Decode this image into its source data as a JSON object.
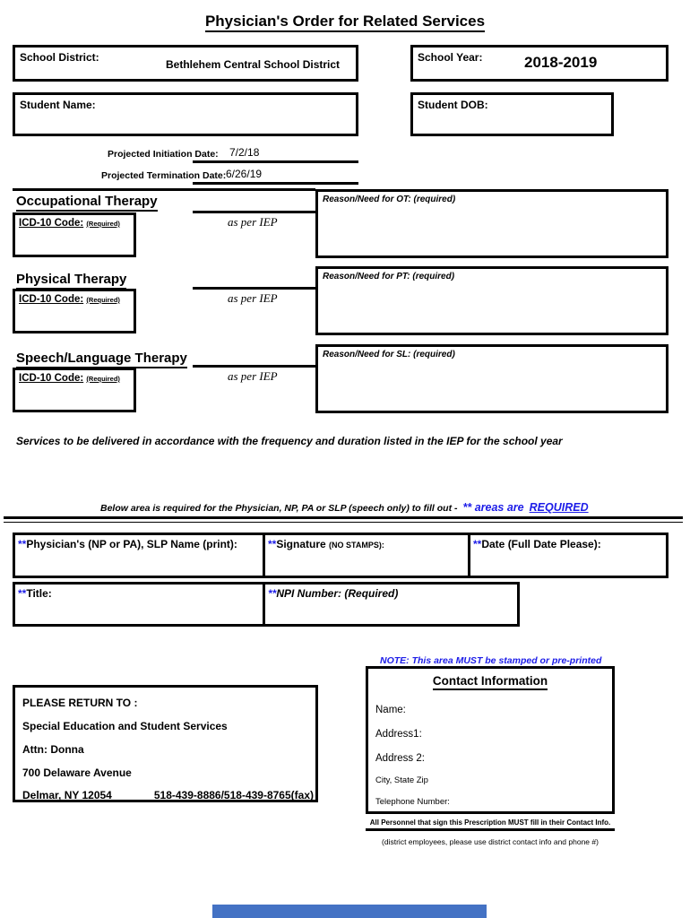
{
  "title": "Physician's Order for Related Services",
  "header": {
    "school_district_label": "School District:",
    "school_district_value": "Bethlehem Central School District",
    "school_year_label": "School Year:",
    "school_year_value": "2018-2019",
    "student_name_label": "Student Name:",
    "student_dob_label": "Student DOB:",
    "initiation_label": "Projected Initiation Date:",
    "initiation_value": "7/2/18",
    "termination_label": "Projected Termination Date:",
    "termination_value": "6/26/19"
  },
  "sections": [
    {
      "heading": "Occupational Therapy",
      "icd_label": "ICD-10 Code:",
      "icd_required": "(Required)",
      "iep_text": "as per IEP",
      "reason_label": "Reason/Need for OT: (required)"
    },
    {
      "heading": "Physical Therapy",
      "icd_label": "ICD-10 Code:",
      "icd_required": "(Required)",
      "iep_text": "as per IEP",
      "reason_label": "Reason/Need for PT: (required)"
    },
    {
      "heading": "Speech/Language Therapy",
      "icd_label": "ICD-10 Code:",
      "icd_required": "(Required)",
      "iep_text": "as per IEP",
      "reason_label": "Reason/Need for SL: (required)"
    }
  ],
  "services_note": "Services to be delivered in accordance with the frequency and duration listed in the IEP for the school year",
  "required_note": {
    "black_part": "Below area is required for the Physician, NP, PA or SLP (speech only)  to fill out  -",
    "blue_part": "** areas are",
    "blue_underlined": "REQUIRED"
  },
  "signature": {
    "asterisks": "**",
    "name_label": "Physician's (NP or PA), SLP Name (print):",
    "signature_label": "Signature ",
    "signature_sub": "(NO STAMPS):",
    "date_label": "Date (Full Date Please):",
    "title_label": "Title:",
    "npi_label": "NPI  Number: (Required)"
  },
  "return_box": {
    "line1": "PLEASE RETURN TO :",
    "line2": "Special Education and Student Services",
    "line3": "Attn:  Donna",
    "line4": "700 Delaware Avenue",
    "line5_left": "Delmar, NY 12054",
    "line5_right": "518-439-8886/518-439-8765(fax)"
  },
  "contact": {
    "stamp_note": "NOTE:  This area MUST be stamped or pre-printed",
    "heading": "Contact Information",
    "fields": [
      "Name:",
      "Address1:",
      "Address 2:",
      "City, State Zip",
      "Telephone Number:"
    ],
    "footer_bold": "All Personnel that sign this Prescription MUST fill in their Contact Info.",
    "footer_note": "(district employees, please use district contact info and phone #)"
  },
  "colors": {
    "accent_blue": "#1c1ce8",
    "bottom_bar_blue": "#4472c4"
  }
}
